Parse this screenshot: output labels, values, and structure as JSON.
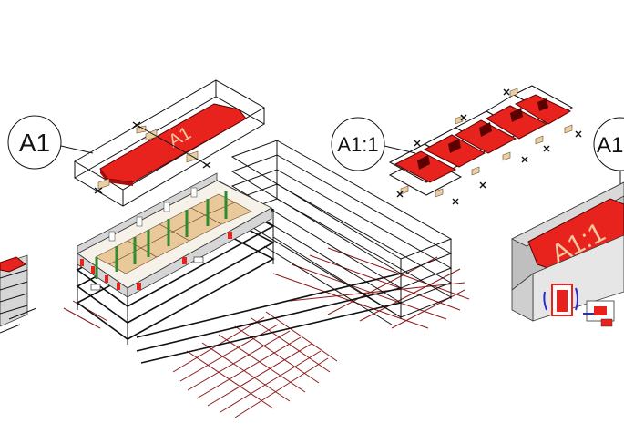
{
  "callouts": {
    "left": "A1",
    "middle": "A1:1",
    "right": "A1"
  },
  "floor_labels": {
    "small_floor": "A1",
    "large_floor": "A1:1"
  },
  "colors": {
    "floor_fill": "#e8231e",
    "grid_line": "#8b1a1a",
    "room_fill": "#e9c99a",
    "column": "#2e8b2e",
    "line": "#111111"
  }
}
